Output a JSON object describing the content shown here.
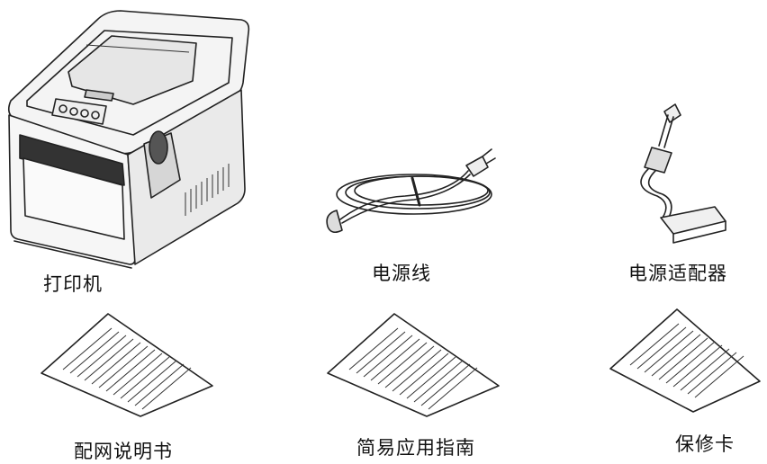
{
  "items": [
    {
      "label": "打印机",
      "icon": "printer-illustration"
    },
    {
      "label": "电源线",
      "icon": "power-cord-illustration"
    },
    {
      "label": "电源适配器",
      "icon": "power-adapter-illustration"
    },
    {
      "label": "配网说明书",
      "icon": "document-illustration"
    },
    {
      "label": "简易应用指南",
      "icon": "document-illustration"
    },
    {
      "label": "保修卡",
      "icon": "document-illustration"
    }
  ]
}
